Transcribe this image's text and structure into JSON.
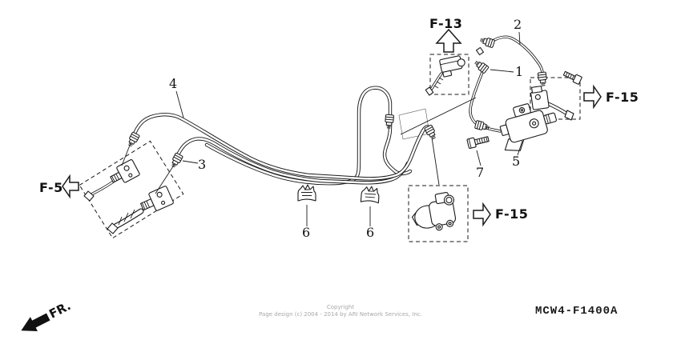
{
  "references": {
    "f13": {
      "label": "F-13",
      "arrow_direction": "up"
    },
    "f15_top": {
      "label": "F-15",
      "arrow_direction": "right"
    },
    "f15_bottom": {
      "label": "F-15",
      "arrow_direction": "right"
    },
    "f5": {
      "label": "F-5",
      "arrow_direction": "left"
    }
  },
  "callouts": {
    "n1": "1",
    "n2": "2",
    "n3": "3",
    "n4": "4",
    "n5": "5",
    "n6a": "6",
    "n6b": "6",
    "n7": "7"
  },
  "front_marker": {
    "label": "FR.",
    "arrow_direction": "down-left"
  },
  "footer": {
    "code": "MCW4-F1400A",
    "copyright_line1": "Copyright",
    "copyright_line2": "Page design (c) 2004 - 2014 by ARI Network Services, Inc."
  },
  "colors": {
    "line": "#1a1a1a",
    "copyright_text": "#a8a8a8",
    "background": "#ffffff"
  }
}
